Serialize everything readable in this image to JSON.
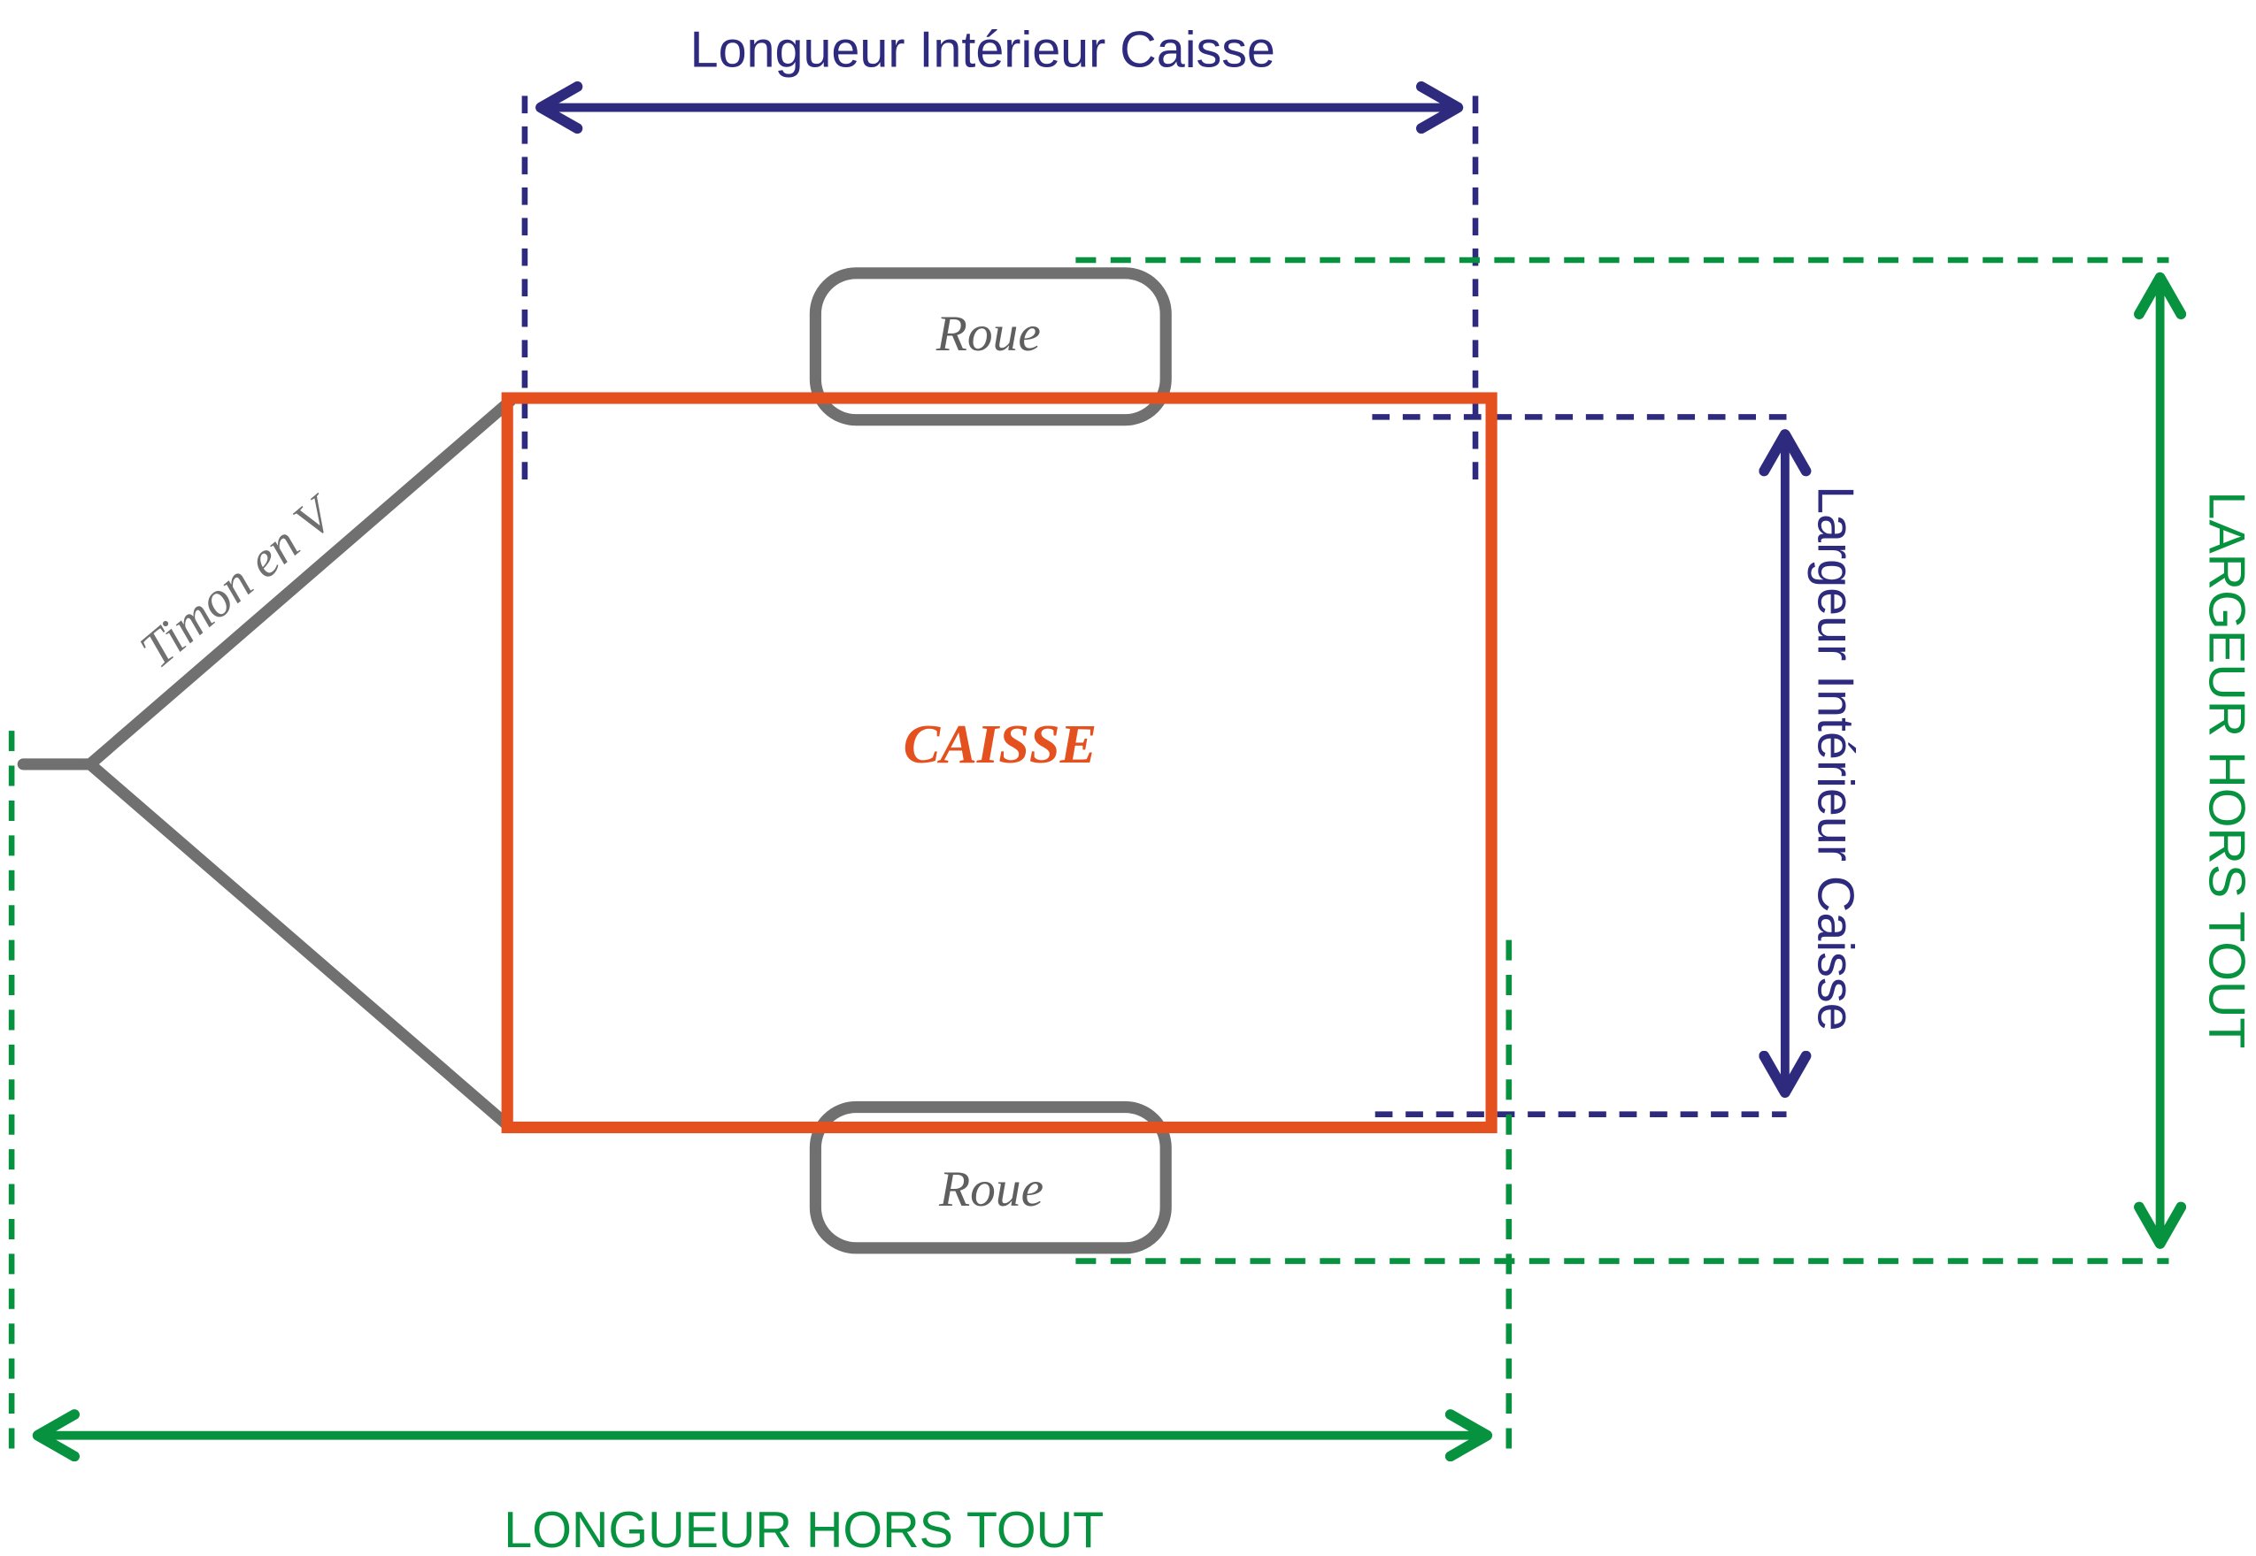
{
  "colors": {
    "body_outline": "#E4501E",
    "gray": "#707070",
    "interior_dim": "#2E2A7E",
    "overall_dim": "#06923E"
  },
  "labels": {
    "interior_length": "Longueur Intérieur Caisse",
    "interior_width": "Largeur Intérieur Caisse",
    "overall_width": "LARGEUR HORS TOUT",
    "overall_length": "LONGUEUR HORS TOUT",
    "body": "CAISSE",
    "drawbar": "Timon en V",
    "wheel_top": "Roue",
    "wheel_bottom": "Roue"
  }
}
